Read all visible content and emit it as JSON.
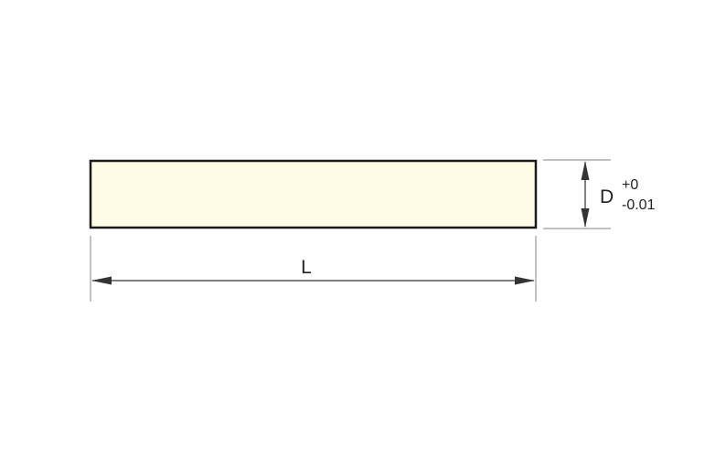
{
  "diagram": {
    "length_label": "L",
    "diameter_label": "D",
    "tolerance_upper": "+0",
    "tolerance_lower": "-0.01"
  },
  "colors": {
    "part_fill": "#fefbe6",
    "part_stroke": "#1a1a1a",
    "dimension_line": "#333333",
    "extension_line": "#9a9a9a",
    "label_text": "#222222"
  }
}
